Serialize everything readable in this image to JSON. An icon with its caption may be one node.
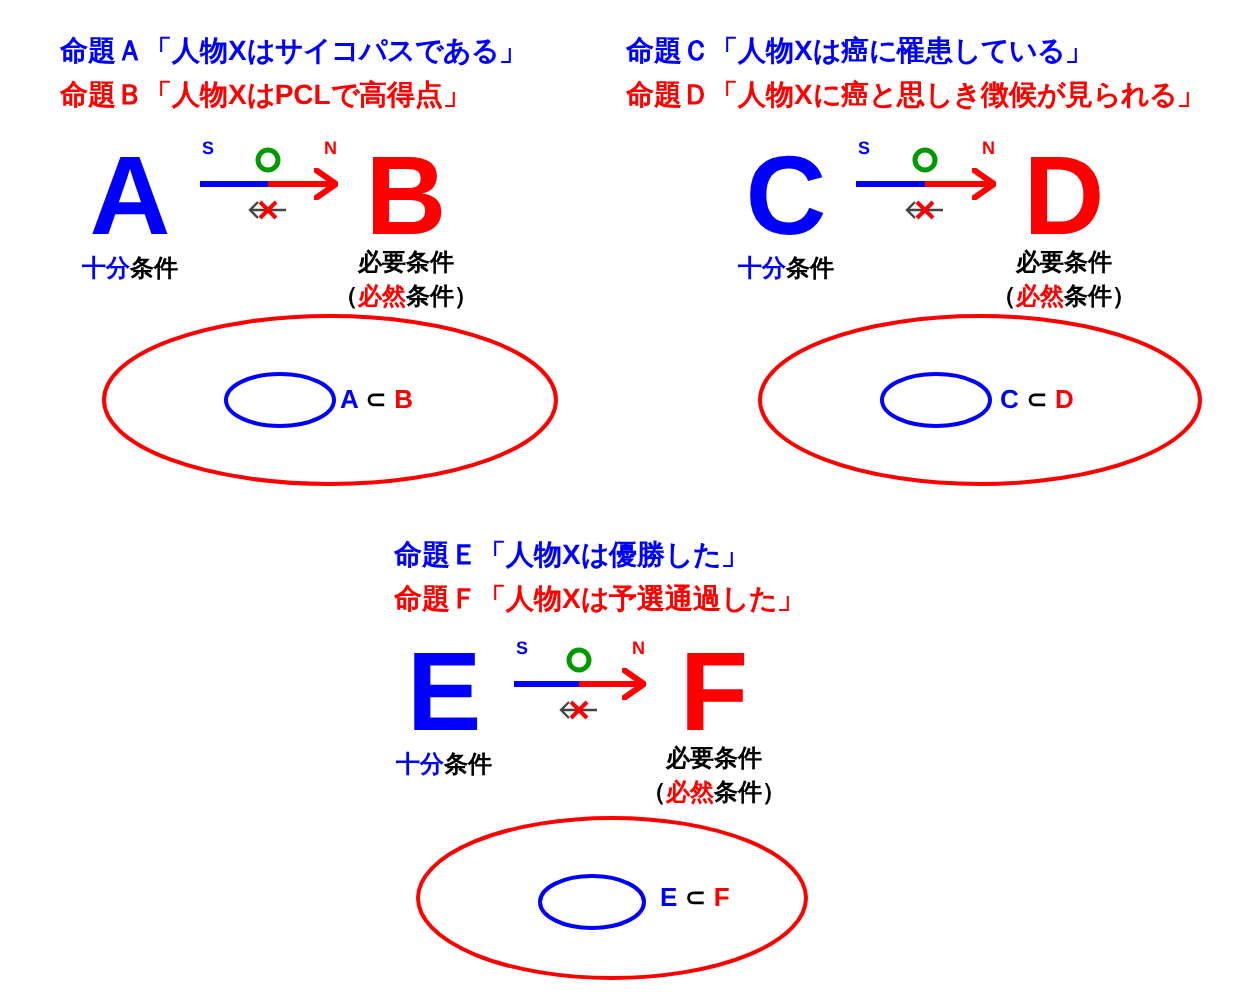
{
  "diagram": {
    "nodes": [
      {
        "text": [
          "A"
        ],
        "beside": [
          "十分条件"
        ]
      },
      {
        "text": [
          "B"
        ],
        "beside": [
          "必要条件",
          "（必然条件）"
        ]
      },
      {
        "text": [],
        "shape": "ellipse"
      },
      {
        "text": [],
        "shape": "ellipse",
        "in": 2
      },
      {
        "text": [
          "C"
        ],
        "beside": [
          "十分条件"
        ]
      },
      {
        "text": [
          "D"
        ],
        "beside": [
          "必要条件",
          "（必然条件）"
        ]
      },
      {
        "text": [],
        "shape": "ellipse"
      },
      {
        "text": [],
        "shape": "ellipse",
        "in": 6
      },
      {
        "text": [
          "E"
        ],
        "beside": [
          "十分条件"
        ]
      },
      {
        "text": [
          "F"
        ],
        "beside": [
          "必要条件",
          "（必然条件）"
        ]
      },
      {
        "text": [],
        "shape": "ellipse"
      },
      {
        "text": [],
        "shape": "ellipse",
        "in": 10
      }
    ],
    "edges": [
      {
        "from": 0,
        "to": 1,
        "arrow": "to"
      },
      {
        "from": 4,
        "to": 5,
        "arrow": "to"
      },
      {
        "from": 8,
        "to": 9,
        "arrow": "to"
      }
    ],
    "labels": [
      "命題Ａ「人物Xはサイコパスである」",
      "命題Ｂ「人物XはPCLで高得点」",
      "S",
      "N",
      "A ⊂ B",
      "命題Ｃ「人物Xは癌に罹患している」",
      "命題Ｄ「人物Xに癌と思しき徴候が見られる」",
      "S",
      "N",
      "C ⊂ D",
      "命題Ｅ「人物Xは優勝した」",
      "命題Ｆ「人物Xは予選通過した」",
      "S",
      "N",
      "E ⊂ F"
    ]
  }
}
